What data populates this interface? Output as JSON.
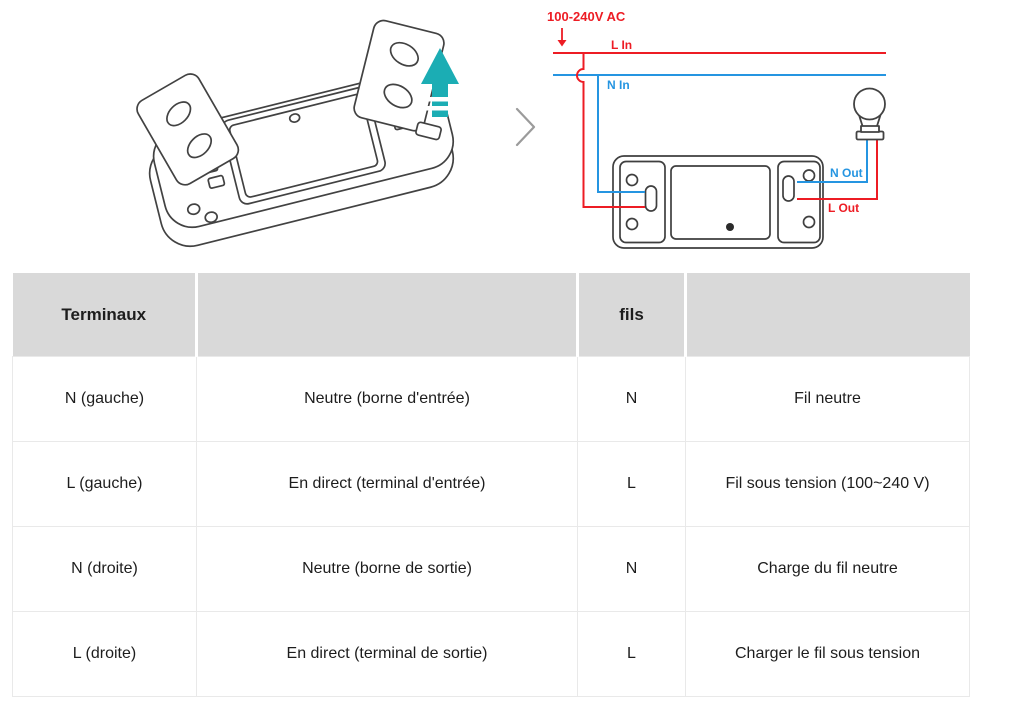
{
  "diagram": {
    "power_label": "100-240V AC",
    "l_in_label": "L In",
    "n_in_label": "N In",
    "n_out_label": "N Out",
    "l_out_label": "L Out",
    "colors": {
      "live_red": "#ed1c24",
      "neutral_blue": "#2595e1",
      "arrow_teal": "#1badb4",
      "line_art_gray": "#424242",
      "chevron_gray": "#9b9b9b"
    }
  },
  "table": {
    "header_bg": "#d9d9d9",
    "border_color": "#e9e9e9",
    "headers": [
      "Terminaux",
      "",
      "fils",
      ""
    ],
    "rows": [
      [
        "N (gauche)",
        "Neutre (borne d'entrée)",
        "N",
        "Fil neutre"
      ],
      [
        "L (gauche)",
        "En direct (terminal d'entrée)",
        "L",
        "Fil sous tension (100~240 V)"
      ],
      [
        "N (droite)",
        "Neutre (borne de sortie)",
        "N",
        "Charge du fil neutre"
      ],
      [
        "L (droite)",
        "En direct (terminal de sortie)",
        "L",
        "Charger le fil sous tension"
      ]
    ]
  }
}
